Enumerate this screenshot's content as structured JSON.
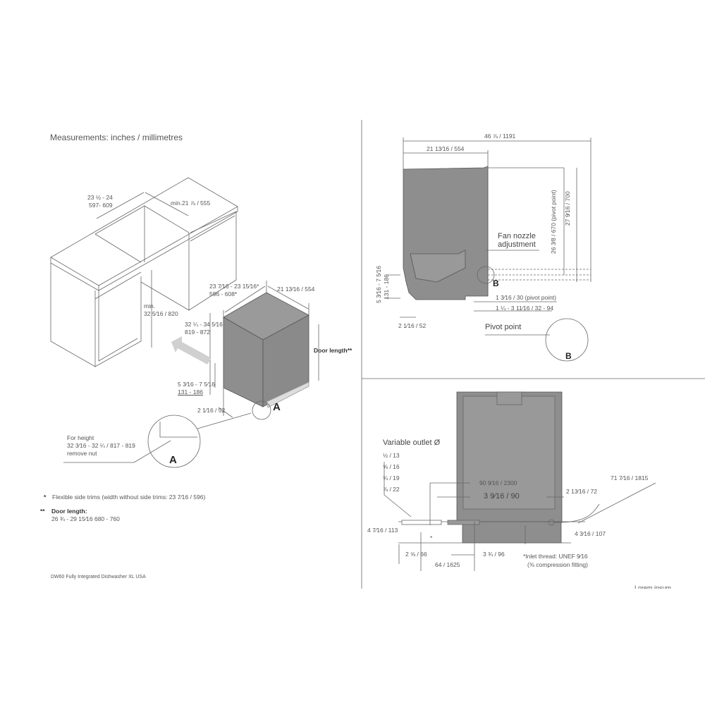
{
  "title": "Measurements: inches / millimetres",
  "left_panel": {
    "cabinet_width": [
      "23 ½ - 24",
      "597- 609"
    ],
    "cabinet_depth": "min.21 ⅞ / 555",
    "cabinet_height": [
      "min.",
      "32 5⁄16 / 820"
    ],
    "appliance_width": [
      "23 7⁄16 - 23 15⁄16*",
      "596 - 608*"
    ],
    "appliance_depth": "21 13⁄16 / 554",
    "appliance_height": [
      "32 ¼ - 34 5⁄16",
      "819 - 872"
    ],
    "door_length_label": "Door length**",
    "plinth_height": [
      "5 3⁄16 - 7 5⁄16",
      "131 - 186"
    ],
    "plinth_depth": "2 1⁄16 / 52",
    "detail_a_label": "A",
    "detail_a_note": [
      "For height",
      "32 3⁄16 - 32 ¼ / 817 - 819",
      "remove nut"
    ],
    "footnote_1_mark": "*",
    "footnote_1": "Flexible side trims (width without side trims: 23 7⁄16 / 596)",
    "footnote_2_mark": "**",
    "footnote_2_title": "Door length:",
    "footnote_2_value": "26 ¾ - 29 15⁄16  680 - 760",
    "model": "DW60 Fully Integrated Dishwasher XL USA"
  },
  "side_view": {
    "total_depth": "46 ⅞ / 1191",
    "depth": "21 13⁄16 / 554",
    "pivot_height": "26 3⁄8 / 670 (pivot point)",
    "height": "27 9⁄16 / 700",
    "fan_nozzle": [
      "Fan nozzle",
      "adjustment"
    ],
    "plinth_height": [
      "5 3⁄16 - 7 5⁄16",
      "131 - 186"
    ],
    "plinth_depth": "2 1⁄16 / 52",
    "pivot_offset": "1 3⁄16 / 30 (pivot point)",
    "door_offset": "1 ¼ - 3 11⁄16 /  32 - 94",
    "detail_b_label": "B",
    "pivot_point_label": "Pivot point"
  },
  "rear_view": {
    "outlet_title": "Variable outlet Ø",
    "outlet_sizes": [
      "½ / 13",
      "⅝ / 16",
      "¾ / 19",
      "⅞ / 22"
    ],
    "drain_hose": "90 9⁄16 / 2300",
    "drain_offset": "3 9⁄16 / 90",
    "power_offset": "2 13⁄16 / 72",
    "power_cord": "71 7⁄16 / 1815",
    "power_height": "4 3⁄16 / 107",
    "outlet_height": "4 7⁄16 / 113",
    "inlet_height": "2 ⅝ / 66",
    "inlet_offset": "3 ¾ / 96",
    "inlet_hose": "64 / 1625",
    "inlet_mark": "*",
    "inlet_note": [
      "*Inlet thread: UNEF 9⁄16",
      "(⅜ compression fitting)"
    ],
    "cut_text": "Lorem ipsum"
  },
  "colors": {
    "appliance_fill": "#8e8e8e",
    "line": "#555555",
    "arrow": "#d0d0d0"
  }
}
